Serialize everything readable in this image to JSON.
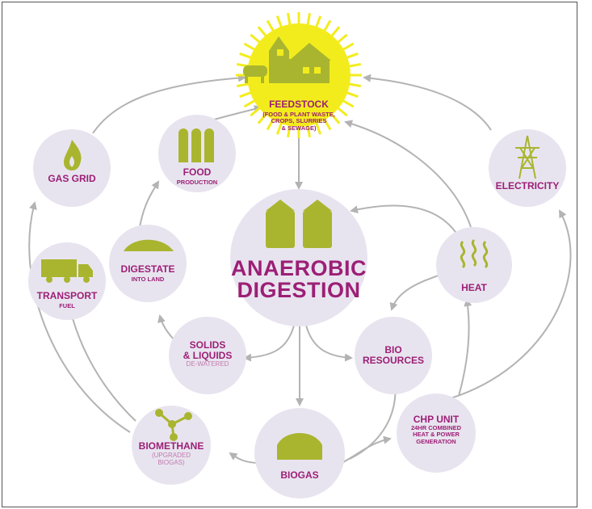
{
  "nodes": {
    "feedstock": {
      "title": "FEEDSTOCK",
      "sub1": "(FOOD & PLANT WASTE,",
      "sub2": "CROPS, SLURRIES",
      "sub3": "& SEWAGE)"
    },
    "gas_grid": {
      "title": "GAS GRID"
    },
    "food_production": {
      "title": "FOOD",
      "sub": "PRODUCTION"
    },
    "electricity": {
      "title": "ELECTRICITY"
    },
    "digestate": {
      "title": "DIGESTATE",
      "sub": "INTO LAND"
    },
    "anaerobic": {
      "line1": "ANAEROBIC",
      "line2": "DIGESTION"
    },
    "heat": {
      "title": "HEAT"
    },
    "transport": {
      "title": "TRANSPORT",
      "sub": "FUEL"
    },
    "solids": {
      "line1": "SOLIDS",
      "line2": "& LIQUIDS",
      "sub": "DE-WATERED"
    },
    "bio_resources": {
      "line1": "BIO",
      "line2": "RESOURCES"
    },
    "biomethane": {
      "title": "BIOMETHANE",
      "sub1": "(UPGRADED",
      "sub2": "BIOGAS)"
    },
    "biogas": {
      "title": "BIOGAS"
    },
    "chp": {
      "title": "CHP UNIT",
      "sub1": "24HR COMBINED",
      "sub2": "HEAT & POWER",
      "sub3": "GENERATION"
    }
  },
  "colors": {
    "circle": "#e8e4ef",
    "accent": "#9c1f76",
    "icon": "#a9b52f",
    "sun": "#f3ec1d",
    "arrow": "#b3b3b3"
  }
}
